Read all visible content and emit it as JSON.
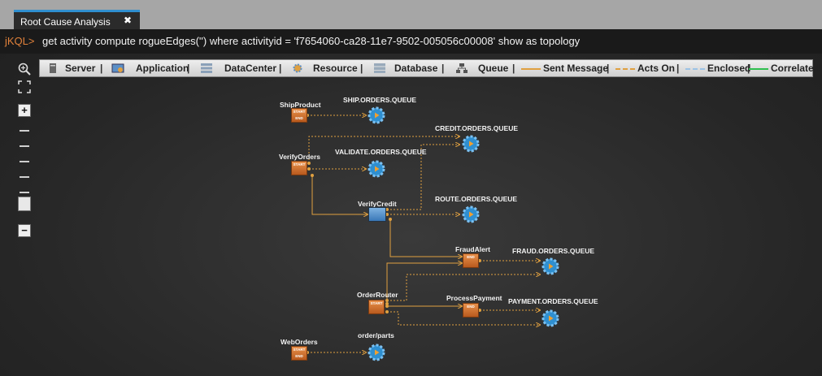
{
  "tab": {
    "title": "Root Cause Analysis",
    "close": "✖"
  },
  "query": {
    "prompt": "jKQL>",
    "text": "get activity compute rogueEdges('') where activityid = 'f7654060-ca28-11e7-9502-005056c00008' show as topology"
  },
  "legend": {
    "server": "Server",
    "application": "Application",
    "datacenter": "DataCenter",
    "resource": "Resource",
    "database": "Database",
    "queue": "Queue",
    "sent_message": "Sent Message",
    "acts_on": "Acts On",
    "enclosed": "Enclosed",
    "correlated": "Correlated",
    "separator": "|"
  },
  "colors": {
    "sent_message": "#e0a040",
    "acts_on": "#e0a040",
    "enclosed": "#9cc3e6",
    "correlated": "#2fbf4f",
    "queue": "#2f8fd0",
    "activity": "#d0702a"
  },
  "toolbar": {
    "zoom_in": "+",
    "zoom_out": "−"
  },
  "badges": {
    "start": "START",
    "end": "END",
    "start_end": "START END"
  },
  "nodes": {
    "ship_product": "ShipProduct",
    "ship_orders_queue": "SHIP.ORDERS.QUEUE",
    "credit_orders_queue": "CREDIT.ORDERS.QUEUE",
    "verify_orders": "VerifyOrders",
    "validate_orders_queue": "VALIDATE.ORDERS.QUEUE",
    "verify_credit": "VerifyCredit",
    "route_orders_queue": "ROUTE.ORDERS.QUEUE",
    "fraud_alert": "FraudAlert",
    "fraud_orders_queue": "FRAUD.ORDERS.QUEUE",
    "order_router": "OrderRouter",
    "process_payment": "ProcessPayment",
    "payment_orders_queue": "PAYMENT.ORDERS.QUEUE",
    "web_orders": "WebOrders",
    "order_parts": "order/parts"
  }
}
